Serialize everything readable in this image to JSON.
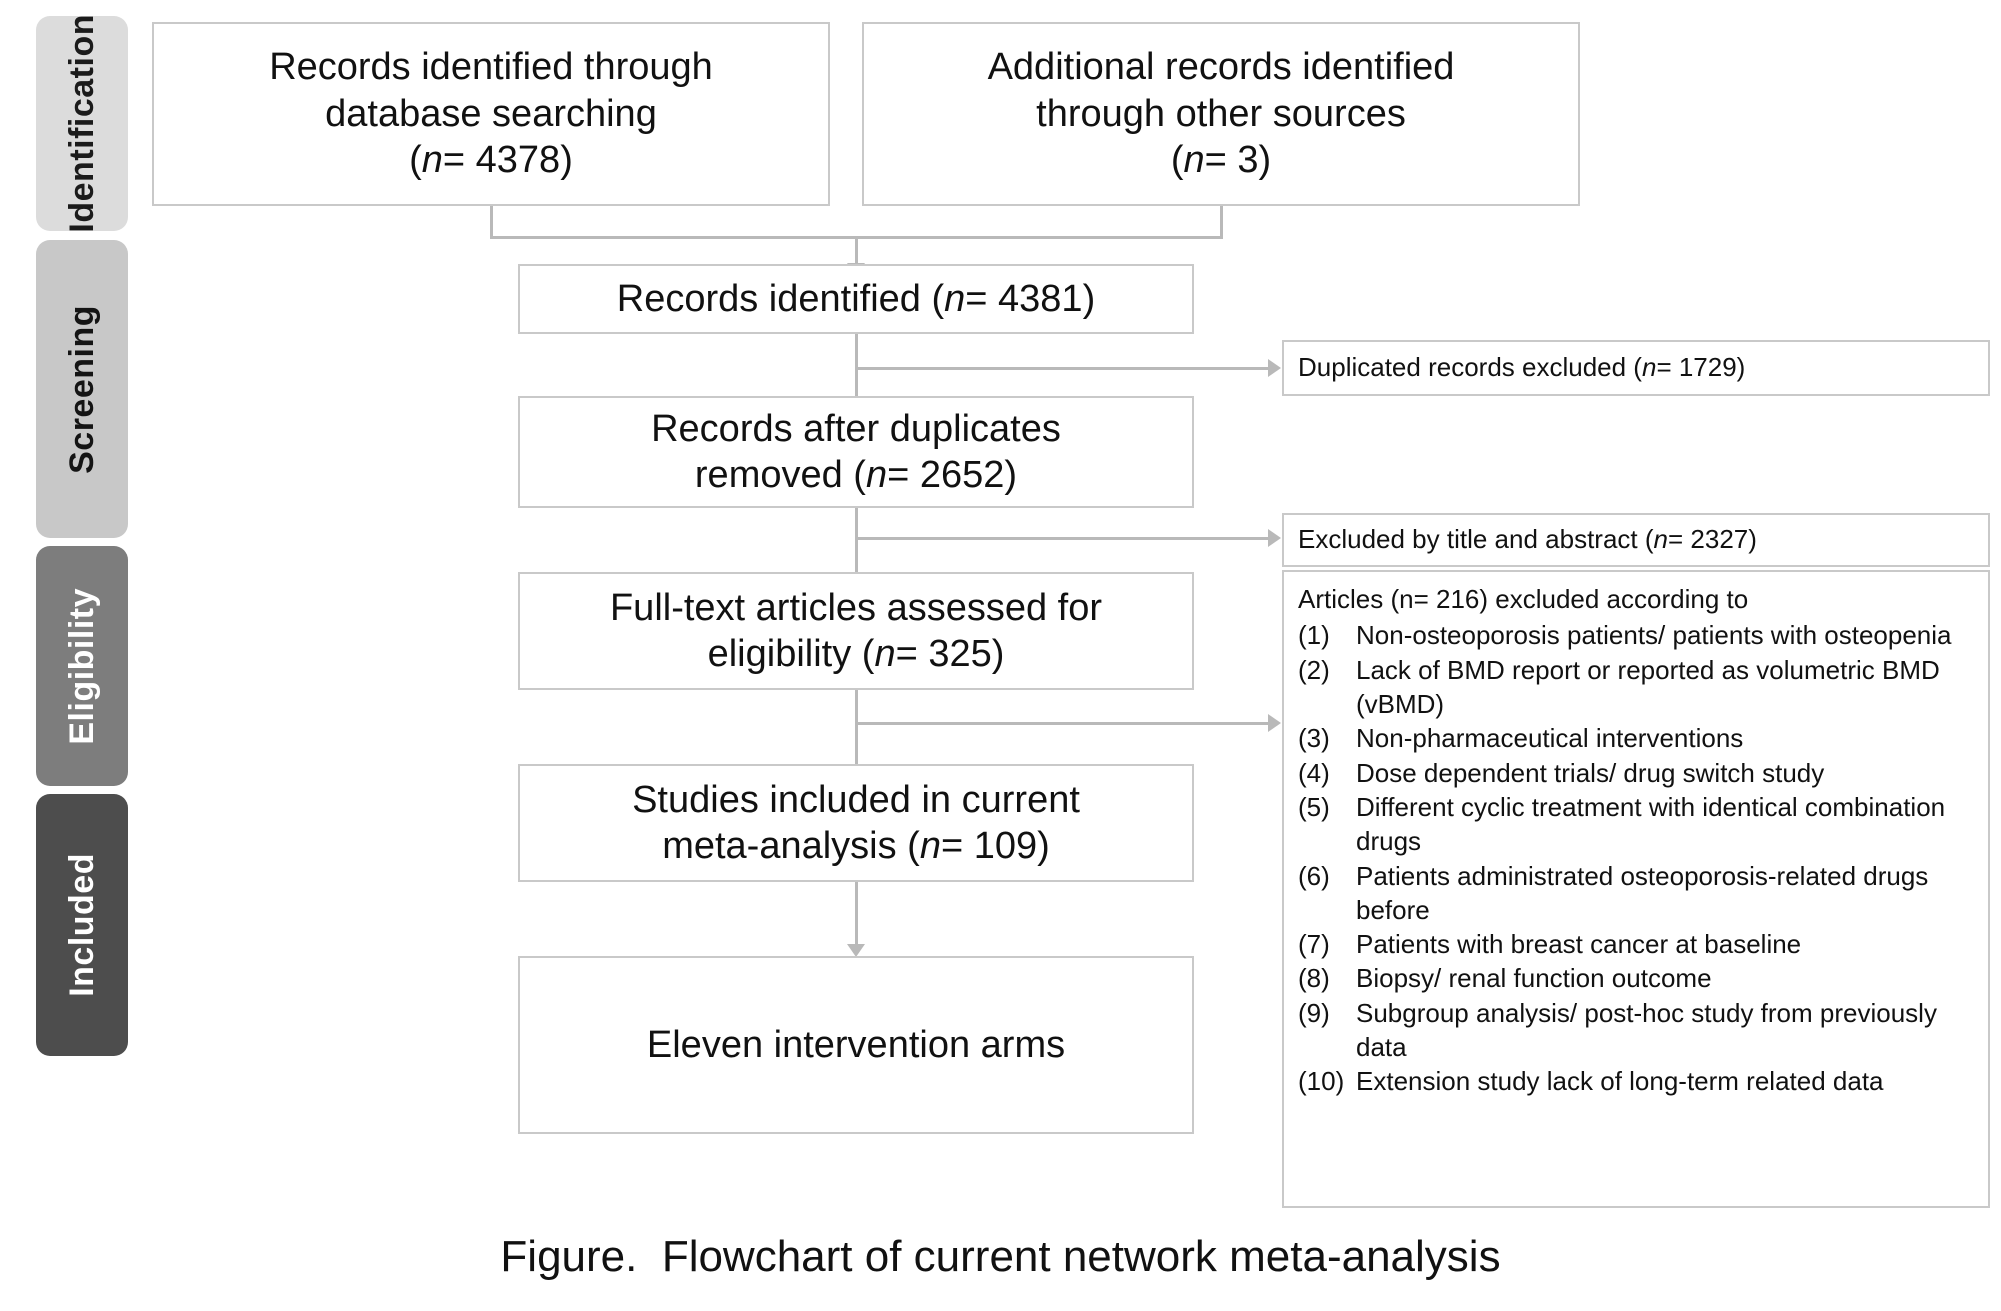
{
  "figure": {
    "caption": "Figure.  Flowchart of current network meta-analysis"
  },
  "phases": [
    {
      "name": "identification",
      "label": "Identification"
    },
    {
      "name": "screening",
      "label": "Screening"
    },
    {
      "name": "eligibility",
      "label": "Eligibility"
    },
    {
      "name": "included",
      "label": "Included"
    }
  ],
  "nodes": {
    "db_search": {
      "line1": "Records identified through",
      "line2": "database searching",
      "line3_pre": "(",
      "line3_n": "n",
      "line3_post": "= 4378)"
    },
    "other_sources": {
      "line1": "Additional records identified",
      "line2": "through other sources",
      "line3_pre": "(",
      "line3_n": "n",
      "line3_post": "= 3)"
    },
    "records_identified": {
      "pre": "Records identified (",
      "n": "n",
      "post": "= 4381)"
    },
    "duplicates_excluded": {
      "pre": "Duplicated records excluded (",
      "n": "n",
      "post": "= 1729)"
    },
    "after_duplicates": {
      "line1": "Records after duplicates",
      "line2_pre": "removed (",
      "line2_n": "n",
      "line2_post": "= 2652)"
    },
    "excluded_title_abstract": {
      "pre": "Excluded by title and abstract (",
      "n": "n",
      "post": "= 2327)"
    },
    "fulltext_assessed": {
      "line1": "Full-text articles assessed for",
      "line2_pre": "eligibility (",
      "line2_n": "n",
      "line2_post": "= 325)"
    },
    "studies_included": {
      "line1": "Studies included in current",
      "line2_pre": "meta-analysis (",
      "line2_n": "n",
      "line2_post": "= 109)"
    },
    "intervention_arms": {
      "text": "Eleven intervention arms"
    },
    "exclusion_list": {
      "heading": "Articles (n= 216) excluded according to",
      "items": [
        {
          "marker": "(1)",
          "text": "Non-osteoporosis patients/ patients with osteopenia"
        },
        {
          "marker": "(2)",
          "text": "Lack of BMD report or reported as volumetric BMD (vBMD)"
        },
        {
          "marker": "(3)",
          "text": "Non-pharmaceutical interventions"
        },
        {
          "marker": "(4)",
          "text": "Dose dependent trials/ drug switch study"
        },
        {
          "marker": "(5)",
          "text": "Different cyclic treatment with identical combination drugs"
        },
        {
          "marker": "(6)",
          "text": "Patients administrated osteoporosis-related drugs before"
        },
        {
          "marker": "(7)",
          "text": "Patients with breast cancer at baseline"
        },
        {
          "marker": "(8)",
          "text": "Biopsy/ renal function outcome"
        },
        {
          "marker": "(9)",
          "text": "Subgroup analysis/ post-hoc study from previously data"
        },
        {
          "marker": "(10)",
          "text": "Extension study lack of long-term related data"
        }
      ]
    }
  },
  "colors": {
    "phase_identification": "#dcdcdc",
    "phase_screening": "#c8c8c8",
    "phase_eligibility": "#7d7d7d",
    "phase_included": "#4d4d4d",
    "box_border": "#c9c9c9",
    "connector": "#b9b9b9",
    "text": "#111111",
    "background": "#ffffff"
  }
}
